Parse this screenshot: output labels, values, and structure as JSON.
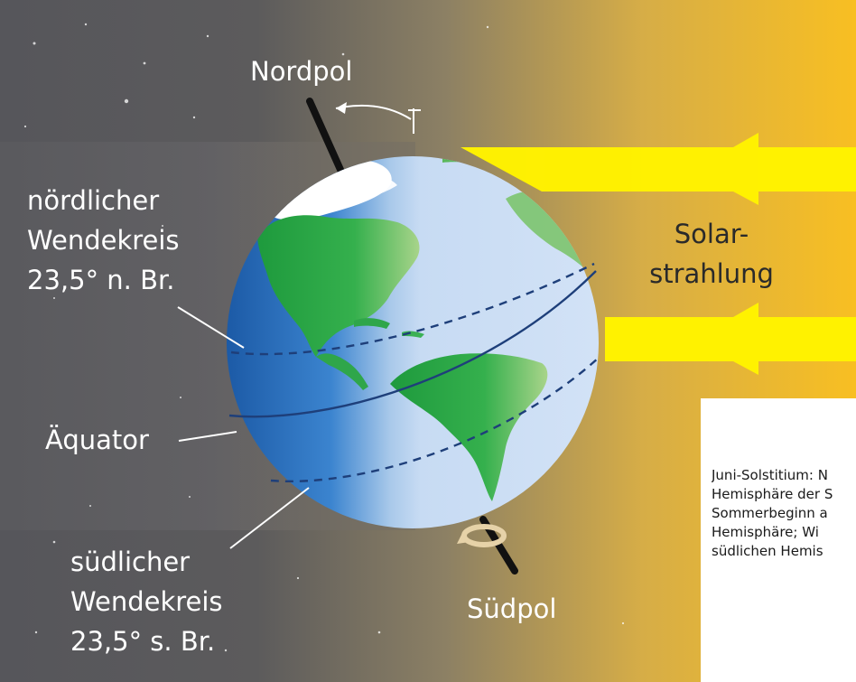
{
  "labels": {
    "north_pole": "Nordpol",
    "south_pole": "Südpol",
    "tropic_north": [
      "nördlicher",
      "Wendekreis",
      "23,5° n. Br."
    ],
    "equator": "Äquator",
    "tropic_south": [
      "südlicher",
      "Wendekreis",
      "23,5° s. Br."
    ],
    "solar": [
      "Solar-",
      "strahlung"
    ]
  },
  "caption": {
    "lines": [
      "Juni-Solstitium: N",
      "Hemisphäre der S",
      "Sommerbeginn a",
      "Hemisphäre; Wi",
      "südlichen Hemis"
    ]
  },
  "colors": {
    "space": "#57575c",
    "sunlight": "#f7be2a",
    "arrow": "#fff200",
    "ocean": "#3f86cc",
    "land": "#2fa64a",
    "axis": "#111111"
  }
}
